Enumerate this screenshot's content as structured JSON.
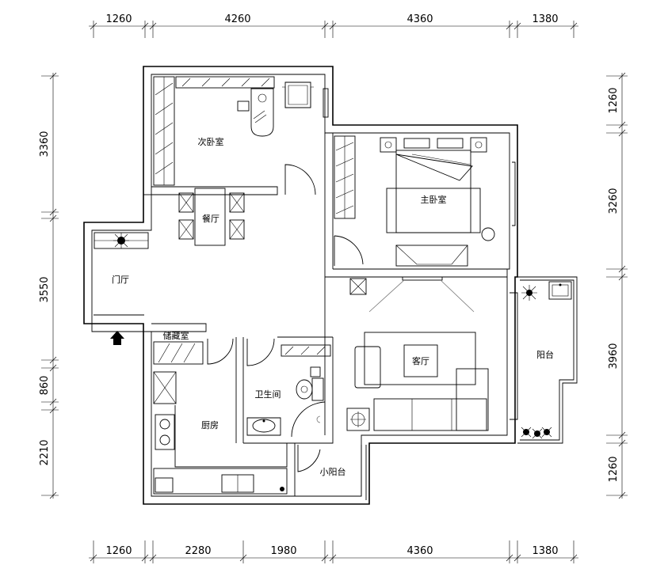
{
  "dimensions": {
    "top": [
      "1260",
      "4260",
      "4360",
      "1380"
    ],
    "bottom": [
      "1260",
      "2280",
      "1980",
      "4360",
      "1380"
    ],
    "left": [
      "3360",
      "3550",
      "860",
      "2210"
    ],
    "right": [
      "1260",
      "3260",
      "3960",
      "1260"
    ]
  },
  "rooms": {
    "second_bedroom": "次卧室",
    "master_bedroom": "主卧室",
    "dining": "餐厅",
    "foyer": "门厅",
    "storage": "储藏室",
    "bathroom": "卫生间",
    "kitchen": "厨房",
    "small_balcony": "小阳台",
    "living_room": "客厅",
    "balcony": "阳台"
  },
  "icons": [
    "entrance-arrow-icon",
    "plant-icon",
    "toilet-icon",
    "sink-icon",
    "stove-icon",
    "bed-icon",
    "sofa-icon"
  ]
}
